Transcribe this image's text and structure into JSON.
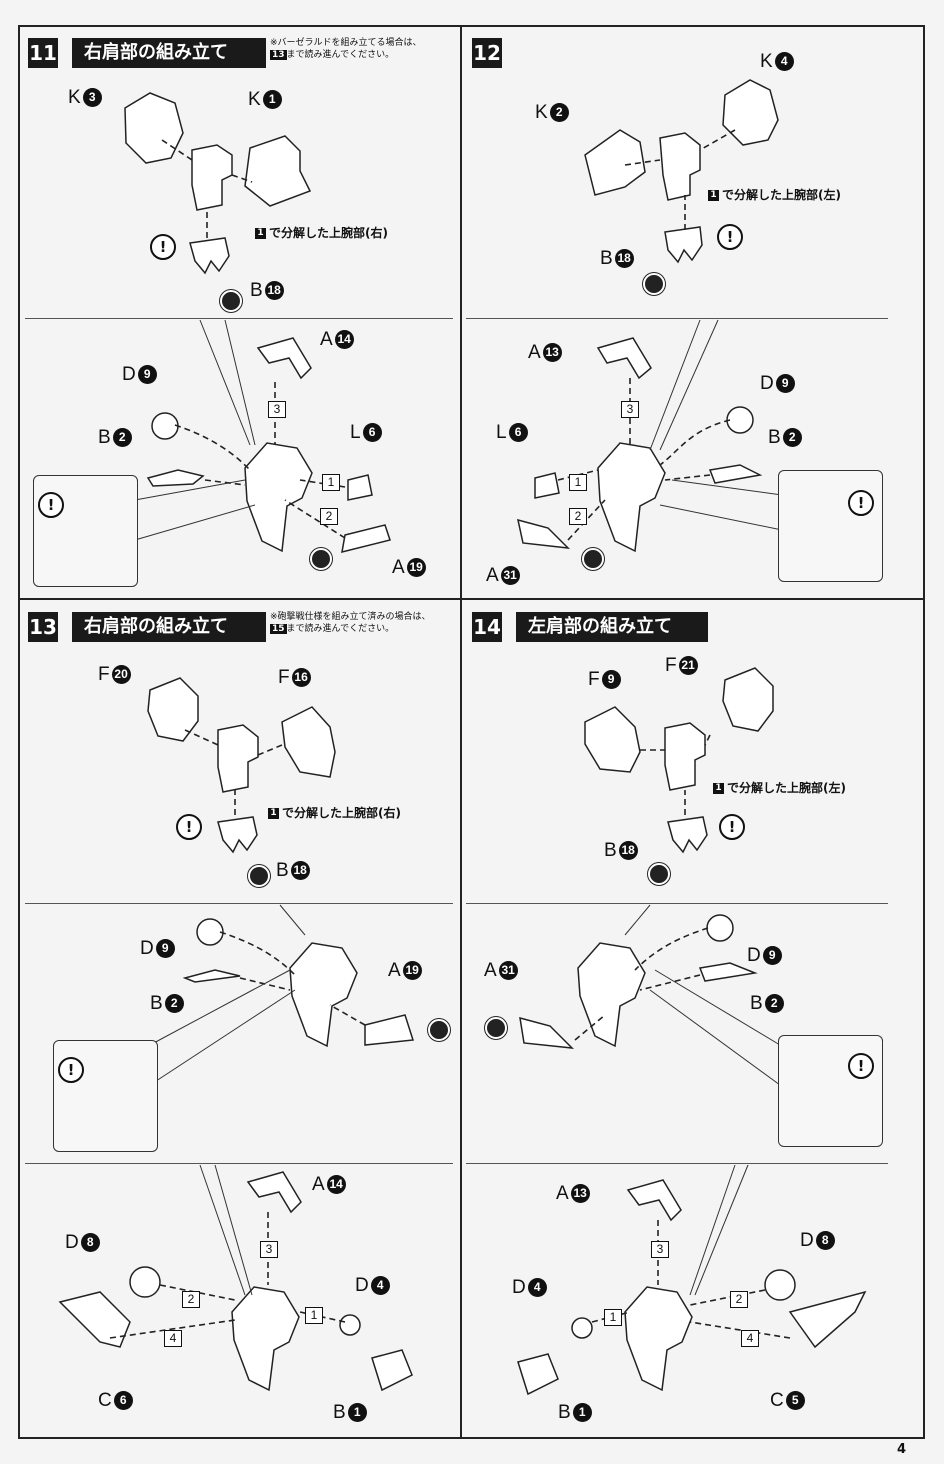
{
  "page_number": "4",
  "steps": {
    "s11": {
      "num": "11",
      "title": "右肩部の組み立て",
      "note_line1": "※バーゼラルドを組み立てる場合は、",
      "note_badge": "13",
      "note_line2": "まで読み進んでください。"
    },
    "s12": {
      "num": "12"
    },
    "s13": {
      "num": "13",
      "title": "右肩部の組み立て",
      "note_line1": "※砲撃戦仕様を組み立て済みの場合は、",
      "note_badge": "15",
      "note_line2": "まで読み進んでください。"
    },
    "s14": {
      "num": "14",
      "title": "左肩部の組み立て"
    }
  },
  "captions": {
    "right_upper_arm": {
      "badge": "1",
      "text": "で分解した上腕部(右)"
    },
    "left_upper_arm": {
      "badge": "1",
      "text": "で分解した上腕部(左)"
    }
  },
  "labels": {
    "s11_k3": {
      "l": "K",
      "n": "3"
    },
    "s11_k1": {
      "l": "K",
      "n": "1"
    },
    "s11_b18": {
      "l": "B",
      "n": "18"
    },
    "s11_a14": {
      "l": "A",
      "n": "14"
    },
    "s11_d9": {
      "l": "D",
      "n": "9"
    },
    "s11_b2": {
      "l": "B",
      "n": "2"
    },
    "s11_l6": {
      "l": "L",
      "n": "6"
    },
    "s11_a19": {
      "l": "A",
      "n": "19"
    },
    "s12_k4": {
      "l": "K",
      "n": "4"
    },
    "s12_k2": {
      "l": "K",
      "n": "2"
    },
    "s12_b18": {
      "l": "B",
      "n": "18"
    },
    "s12_a13": {
      "l": "A",
      "n": "13"
    },
    "s12_d9": {
      "l": "D",
      "n": "9"
    },
    "s12_l6": {
      "l": "L",
      "n": "6"
    },
    "s12_b2": {
      "l": "B",
      "n": "2"
    },
    "s12_a31": {
      "l": "A",
      "n": "31"
    },
    "s13_f20": {
      "l": "F",
      "n": "20"
    },
    "s13_f16": {
      "l": "F",
      "n": "16"
    },
    "s13_b18": {
      "l": "B",
      "n": "18"
    },
    "s13_d9": {
      "l": "D",
      "n": "9"
    },
    "s13_a19": {
      "l": "A",
      "n": "19"
    },
    "s13_b2": {
      "l": "B",
      "n": "2"
    },
    "s13_a14": {
      "l": "A",
      "n": "14"
    },
    "s13_d8": {
      "l": "D",
      "n": "8"
    },
    "s13_d4": {
      "l": "D",
      "n": "4"
    },
    "s13_c6": {
      "l": "C",
      "n": "6"
    },
    "s13_b1": {
      "l": "B",
      "n": "1"
    },
    "s14_f21": {
      "l": "F",
      "n": "21"
    },
    "s14_f9": {
      "l": "F",
      "n": "9"
    },
    "s14_b18": {
      "l": "B",
      "n": "18"
    },
    "s14_a31": {
      "l": "A",
      "n": "31"
    },
    "s14_d9": {
      "l": "D",
      "n": "9"
    },
    "s14_b2": {
      "l": "B",
      "n": "2"
    },
    "s14_a13": {
      "l": "A",
      "n": "13"
    },
    "s14_d8": {
      "l": "D",
      "n": "8"
    },
    "s14_d4": {
      "l": "D",
      "n": "4"
    },
    "s14_c5": {
      "l": "C",
      "n": "5"
    },
    "s14_b1": {
      "l": "B",
      "n": "1"
    }
  },
  "order_marks": {
    "one": "1",
    "two": "2",
    "three": "3",
    "four": "4"
  },
  "warning_symbol": "!",
  "icons": {
    "warning": "exclamation-circle-icon",
    "cutter": "cut-gate-icon",
    "nipper": "nipper-icon"
  }
}
